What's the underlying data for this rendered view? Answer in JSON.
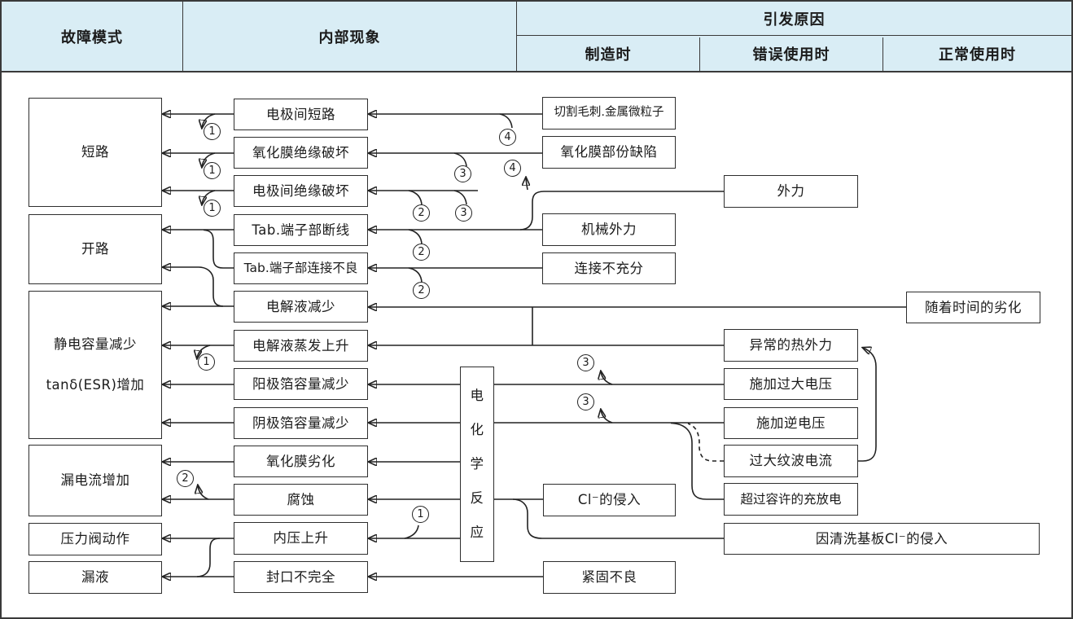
{
  "header": {
    "col_failure_mode": "故障模式",
    "col_internal": "内部现象",
    "col_cause": "引发原因",
    "sub_manufacturing": "制造时",
    "sub_misuse": "错误使用时",
    "sub_normal": "正常使用时"
  },
  "colors": {
    "header_bg": "#d9edf5",
    "line": "#222222",
    "frame": "#3a3a3a"
  },
  "diagram": {
    "failure_modes": {
      "f1": "短路",
      "f2": "开路",
      "f3a": "静电容量减少",
      "f3b": "tanδ(ESR)增加",
      "f4": "漏电流增加",
      "f5": "压力阀动作",
      "f6": "漏液"
    },
    "internal": {
      "i1": "电极间短路",
      "i2": "氧化膜绝缘破坏",
      "i3": "电极间绝缘破坏",
      "i4": "Tab.端子部断线",
      "i5": "Tab.端子部连接不良",
      "i6": "电解液减少",
      "i7": "电解液蒸发上升",
      "i8": "阳极箔容量减少",
      "i9": "阴极箔容量减少",
      "i10": "氧化膜劣化",
      "i11": "腐蚀",
      "i12": "内压上升",
      "i13": "封口不完全"
    },
    "reaction_box": "电化学反应",
    "manufacturing": {
      "m1": "切割毛刺.金属微粒子",
      "m2": "氧化膜部份缺陷",
      "m3": "机械外力",
      "m4": "连接不充分",
      "m5": "Cl⁻的侵入",
      "m6": "紧固不良"
    },
    "misuse": {
      "u1": "外力",
      "u2": "异常的热外力",
      "u3": "施加过大电压",
      "u4": "施加逆电压",
      "u5": "过大纹波电流",
      "u6": "超过容许的充放电"
    },
    "normal": {
      "n1": "随着时间的劣化",
      "n2": "因清洗基板Cl⁻的侵入"
    },
    "marks": {
      "c1": "1",
      "c2": "2",
      "c3": "3",
      "c4": "4"
    }
  }
}
